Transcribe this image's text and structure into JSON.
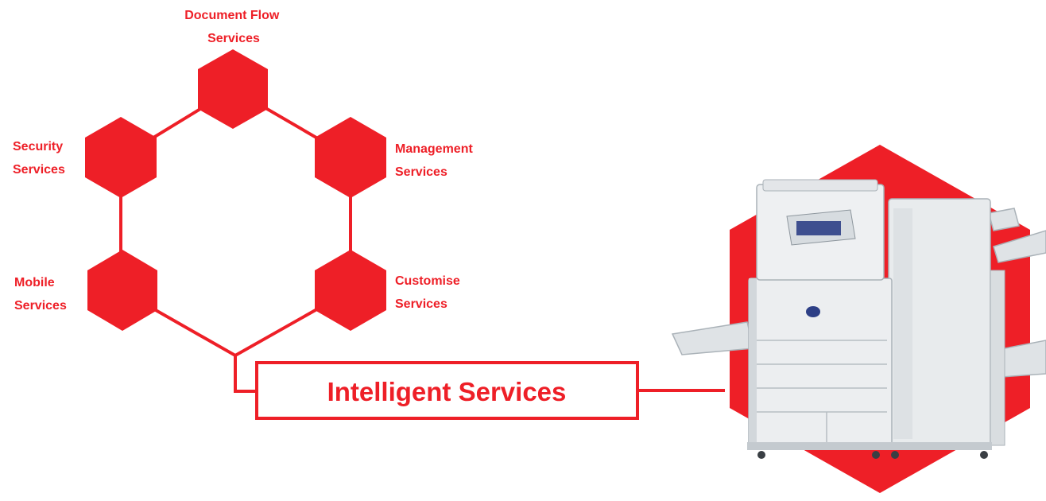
{
  "colors": {
    "accent": "#ee1f27",
    "background": "#ffffff",
    "device_body": "#e9ecee",
    "device_shadow": "#aeb6bc"
  },
  "services": [
    {
      "id": "document-flow",
      "lines": [
        "Document Flow",
        "Services"
      ]
    },
    {
      "id": "security",
      "lines": [
        "Security",
        "Services"
      ]
    },
    {
      "id": "management",
      "lines": [
        "Management",
        "Services"
      ]
    },
    {
      "id": "mobile",
      "lines": [
        "Mobile",
        "Services"
      ]
    },
    {
      "id": "customise",
      "lines": [
        "Customise",
        "Services"
      ]
    }
  ],
  "hub": {
    "label": "Intelligent Services"
  },
  "device": {
    "icon": "multifunction-printer-icon"
  }
}
